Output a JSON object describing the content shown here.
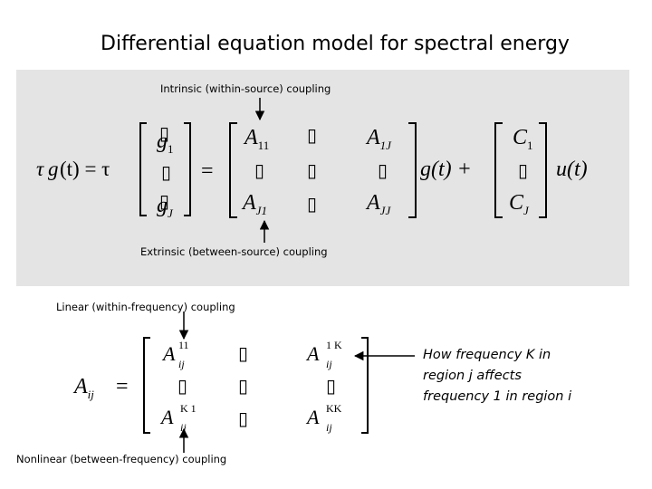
{
  "title": "Differential equation model for spectral energy",
  "labels": {
    "intrinsic": "Intrinsic (within-source) coupling",
    "extrinsic": "Extrinsic (between-source) coupling",
    "linear": "Linear (within-frequency) coupling",
    "nonlinear": "Nonlinear (between-frequency) coupling"
  },
  "note": {
    "line1": "How frequency K in",
    "line2": "region j affects",
    "line3": "frequency 1 in region i"
  },
  "eq1": {
    "tau": "τ",
    "g": "g",
    "t": "(t) = τ",
    "eq": "=",
    "g_t_plus": "g(t) +",
    "u_t": "u(t)",
    "missing": "▯",
    "g1": "g",
    "g1_sub": "1",
    "gJ": "g",
    "gJ_sub": "J",
    "A11": "A",
    "A11_sub": "11",
    "A1J": "A",
    "A1J_sub": "1J",
    "AJ1": "A",
    "AJ1_sub": "J1",
    "AJJ": "A",
    "AJJ_sub": "JJ",
    "C1": "C",
    "C1_sub": "1",
    "CJ": "C",
    "CJ_sub": "J"
  },
  "eq2": {
    "lhs": "A",
    "lhs_sub": "ij",
    "eq": "=",
    "a_11_sup": "11",
    "a_1K_sup": "1 K",
    "a_K1_sup": "K 1",
    "a_KK_sup": "KK",
    "ij": "ij",
    "A": "A",
    "missing": "▯"
  }
}
